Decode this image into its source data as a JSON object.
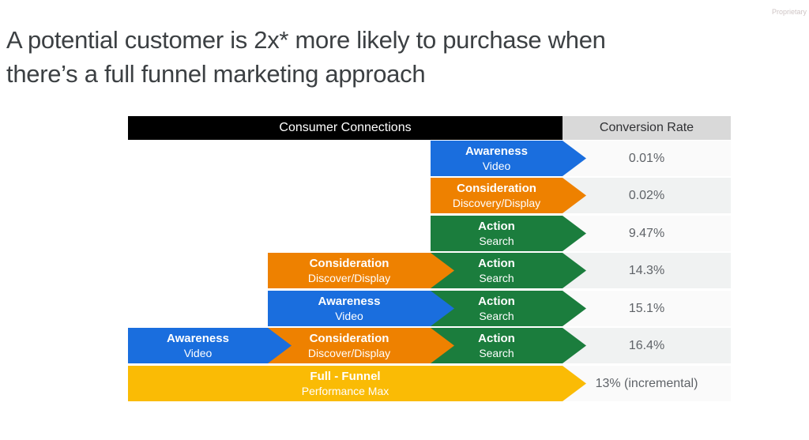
{
  "meta": {
    "proprietary_label": "Proprietary"
  },
  "title": {
    "line1": "A potential customer is 2x* more likely to purchase when",
    "line2": "there’s a full funnel marketing approach"
  },
  "palette": {
    "blue": "#1a6ede",
    "orange": "#ee8100",
    "green": "#1b7d3d",
    "yellow": "#fabb05",
    "header_black_bg": "#000000",
    "header_gray_bg": "#d9d9d9",
    "rate_row_bg": "#fafafa",
    "rate_row_alt_bg": "#f0f2f2",
    "rate_text": "#5f6368",
    "title_text": "#3c4043"
  },
  "table": {
    "headers": {
      "consumer_connections": "Consumer Connections",
      "conversion_rate": "Conversion Rate"
    },
    "rows": [
      {
        "rate": "0.01%",
        "segments": [
          {
            "stage": "Awareness",
            "channel": "Video",
            "color": "blue"
          }
        ]
      },
      {
        "rate": "0.02%",
        "segments": [
          {
            "stage": "Consideration",
            "channel": "Discovery/Display",
            "color": "orange"
          }
        ]
      },
      {
        "rate": "9.47%",
        "segments": [
          {
            "stage": "Action",
            "channel": "Search",
            "color": "green"
          }
        ]
      },
      {
        "rate": "14.3%",
        "segments": [
          {
            "stage": "Consideration",
            "channel": "Discover/Display",
            "color": "orange"
          },
          {
            "stage": "Action",
            "channel": "Search",
            "color": "green"
          }
        ]
      },
      {
        "rate": "15.1%",
        "segments": [
          {
            "stage": "Awareness",
            "channel": "Video",
            "color": "blue"
          },
          {
            "stage": "Action",
            "channel": "Search",
            "color": "green"
          }
        ]
      },
      {
        "rate": "16.4%",
        "segments": [
          {
            "stage": "Awareness",
            "channel": "Video",
            "color": "blue"
          },
          {
            "stage": "Consideration",
            "channel": "Discover/Display",
            "color": "orange"
          },
          {
            "stage": "Action",
            "channel": "Search",
            "color": "green"
          }
        ]
      },
      {
        "rate": "13% (incremental)",
        "segments": [
          {
            "stage": "Full - Funnel",
            "channel": "Performance Max",
            "color": "yellow"
          }
        ]
      }
    ]
  },
  "chart_data": {
    "type": "table",
    "title": "A potential customer is 2x* more likely to purchase when there’s a full funnel marketing approach",
    "columns": [
      "Consumer Connections",
      "Conversion Rate"
    ],
    "rows": [
      {
        "stages": [
          "Awareness (Video)"
        ],
        "conversion_rate": "0.01%"
      },
      {
        "stages": [
          "Consideration (Discovery/Display)"
        ],
        "conversion_rate": "0.02%"
      },
      {
        "stages": [
          "Action (Search)"
        ],
        "conversion_rate": "9.47%"
      },
      {
        "stages": [
          "Consideration (Discover/Display)",
          "Action (Search)"
        ],
        "conversion_rate": "14.3%"
      },
      {
        "stages": [
          "Awareness (Video)",
          "Action (Search)"
        ],
        "conversion_rate": "15.1%"
      },
      {
        "stages": [
          "Awareness (Video)",
          "Consideration (Discover/Display)",
          "Action (Search)"
        ],
        "conversion_rate": "16.4%"
      },
      {
        "stages": [
          "Full - Funnel (Performance Max)"
        ],
        "conversion_rate": "13% (incremental)"
      }
    ],
    "legend": [
      {
        "label": "Awareness / Video",
        "color": "#1a6ede"
      },
      {
        "label": "Consideration / Discovery-Display",
        "color": "#ee8100"
      },
      {
        "label": "Action / Search",
        "color": "#1b7d3d"
      },
      {
        "label": "Full-Funnel / Performance Max",
        "color": "#fabb05"
      }
    ]
  }
}
